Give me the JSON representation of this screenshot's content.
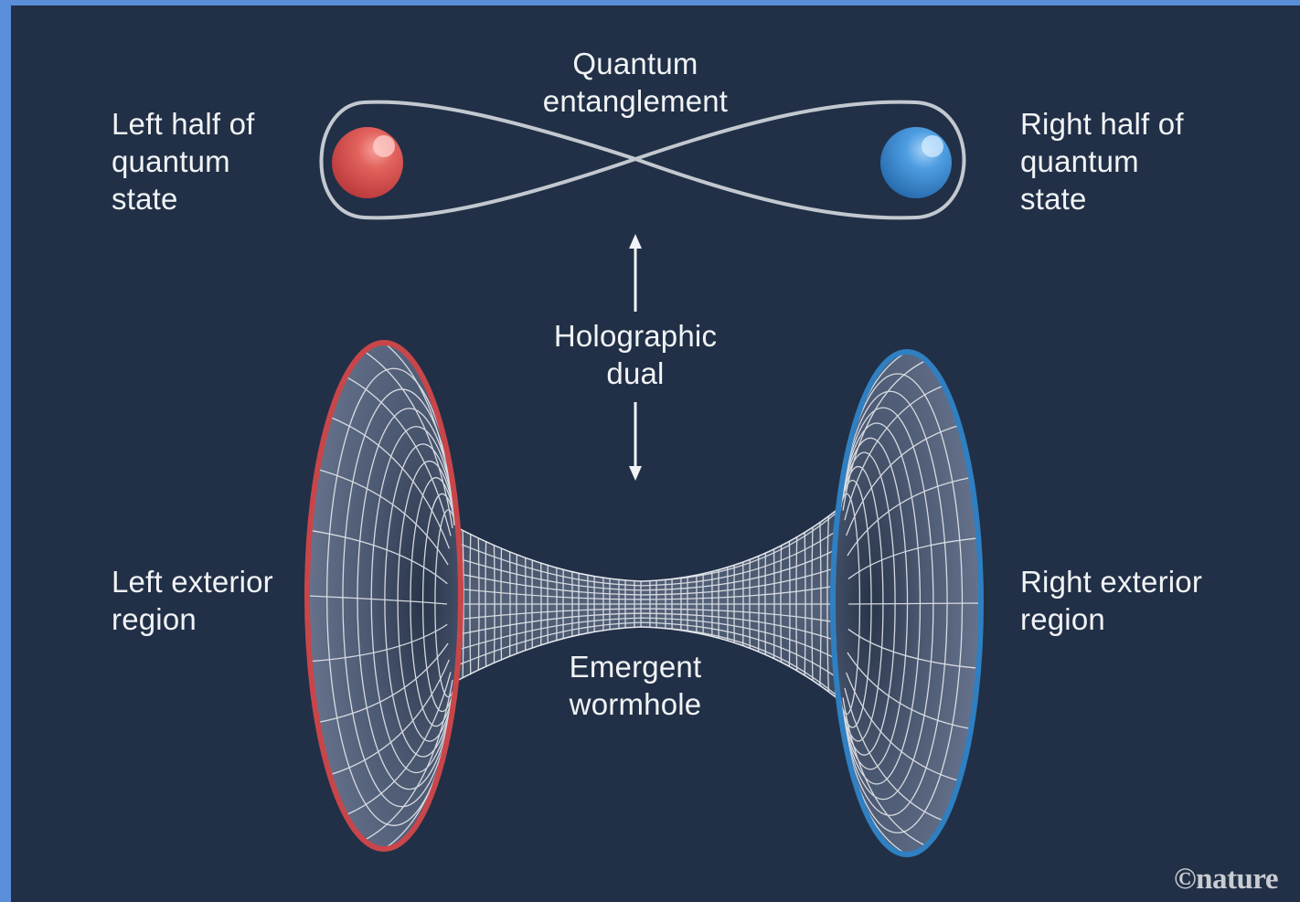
{
  "labels": {
    "quantum_entanglement": "Quantum\nentanglement",
    "left_half": "Left half of\nquantum\nstate",
    "right_half": "Right half of\nquantum\nstate",
    "holographic_dual": "Holographic\ndual",
    "left_exterior": "Left exterior\nregion",
    "right_exterior": "Right exterior\nregion",
    "emergent_wormhole": "Emergent\nwormhole"
  },
  "credit": "©nature",
  "colors": {
    "background": "#213046",
    "frame_border": "#5b8ed9",
    "left_accent": "#c8464a",
    "right_accent": "#2f7fc1",
    "mesh": "#e6e9ee",
    "loop": "#c3c8d0"
  },
  "icons": [
    "red-sphere-icon",
    "blue-sphere-icon",
    "double-arrow-icon"
  ]
}
